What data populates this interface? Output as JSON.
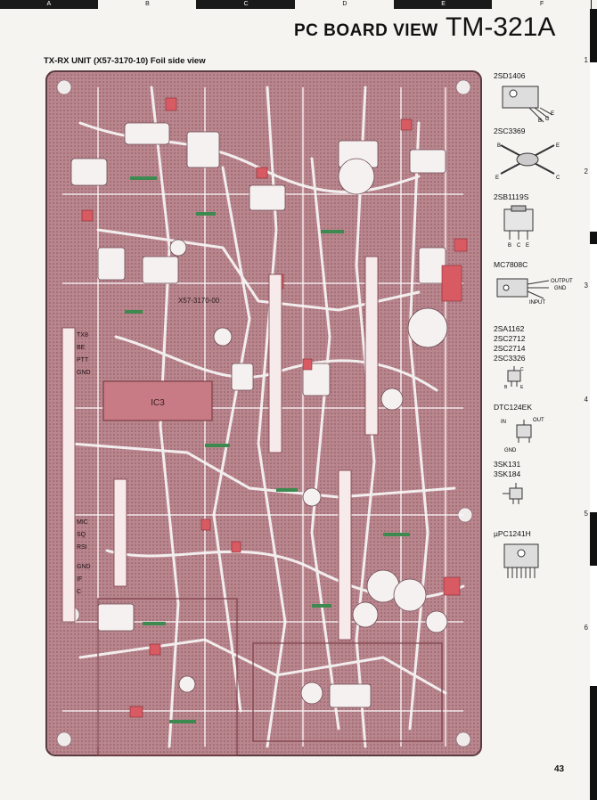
{
  "page": {
    "grid_columns": [
      "A",
      "B",
      "C",
      "D",
      "E",
      "F"
    ],
    "grid_rows": [
      "1",
      "2",
      "3",
      "4",
      "5",
      "6"
    ],
    "title": "PC BOARD VIEW",
    "model": "TM-321A",
    "subtitle": "TX-RX UNIT (X57-3170-10)   Foil side view",
    "page_number": "43"
  },
  "board": {
    "ic_label": "IC3",
    "part_number": "X57-3170-00",
    "labels": [
      "TX8",
      "BE",
      "PTT",
      "GND",
      "MIC",
      "SQ",
      "RSI",
      "GND",
      "IF",
      "C"
    ]
  },
  "legend": {
    "parts": [
      {
        "label": "2SD1406",
        "lines": [],
        "icon": "to220-transistor-icon"
      },
      {
        "label": "2SC3369",
        "lines": [],
        "icon": "rf-stripline-transistor-icon"
      },
      {
        "label": "2SB1119S",
        "lines": [],
        "icon": "power-transistor-icon"
      },
      {
        "label": "MC7808C",
        "lines": [
          "OUTPUT",
          "GND",
          "INPUT"
        ],
        "icon": "regulator-icon"
      },
      {
        "label": "2SA1162",
        "lines": [
          "2SC2712",
          "2SC2714",
          "2SC3326"
        ],
        "icon": "sot23-transistor-icon"
      },
      {
        "label": "DTC124EK",
        "lines": [
          "IN",
          "OUT",
          "GND"
        ],
        "icon": "digital-transistor-icon"
      },
      {
        "label": "3SK131",
        "lines": [
          "3SK184"
        ],
        "icon": "dual-gate-fet-icon"
      },
      {
        "label": "µPC1241H",
        "lines": [],
        "icon": "sip-ic-icon"
      }
    ],
    "pin_letters": [
      "B",
      "C",
      "E"
    ]
  }
}
